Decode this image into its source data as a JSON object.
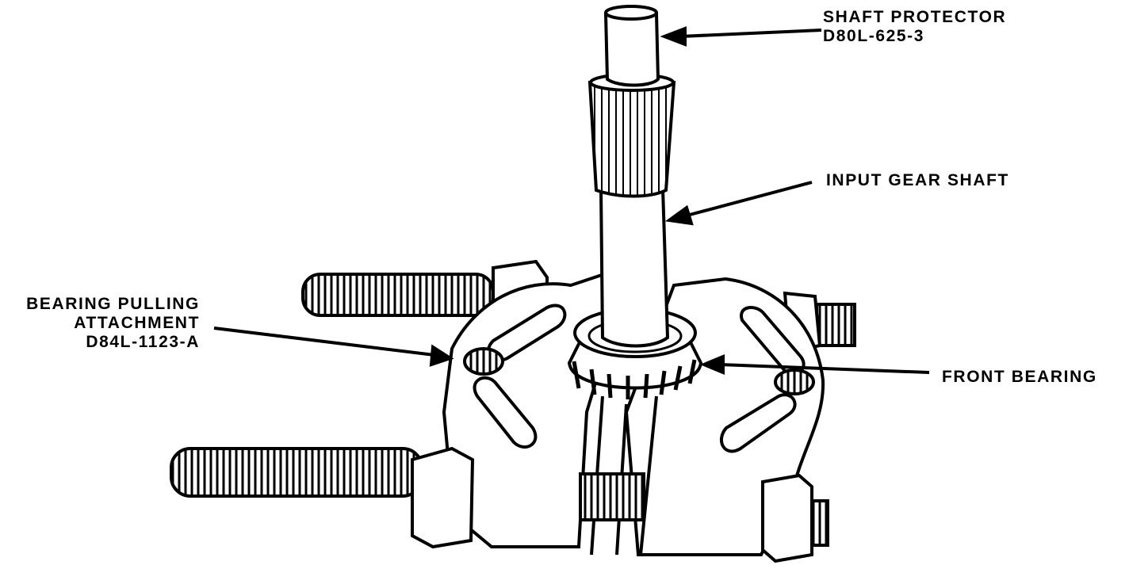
{
  "labels": {
    "shaft_protector": {
      "name": "SHAFT PROTECTOR",
      "part": "D80L-625-3"
    },
    "input_gear_shaft": {
      "name": "INPUT GEAR SHAFT"
    },
    "bearing_pulling_attachment": {
      "line1": "BEARING PULLING",
      "line2": "ATTACHMENT",
      "part": "D84L-1123-A"
    },
    "front_bearing": {
      "name": "FRONT BEARING"
    }
  }
}
